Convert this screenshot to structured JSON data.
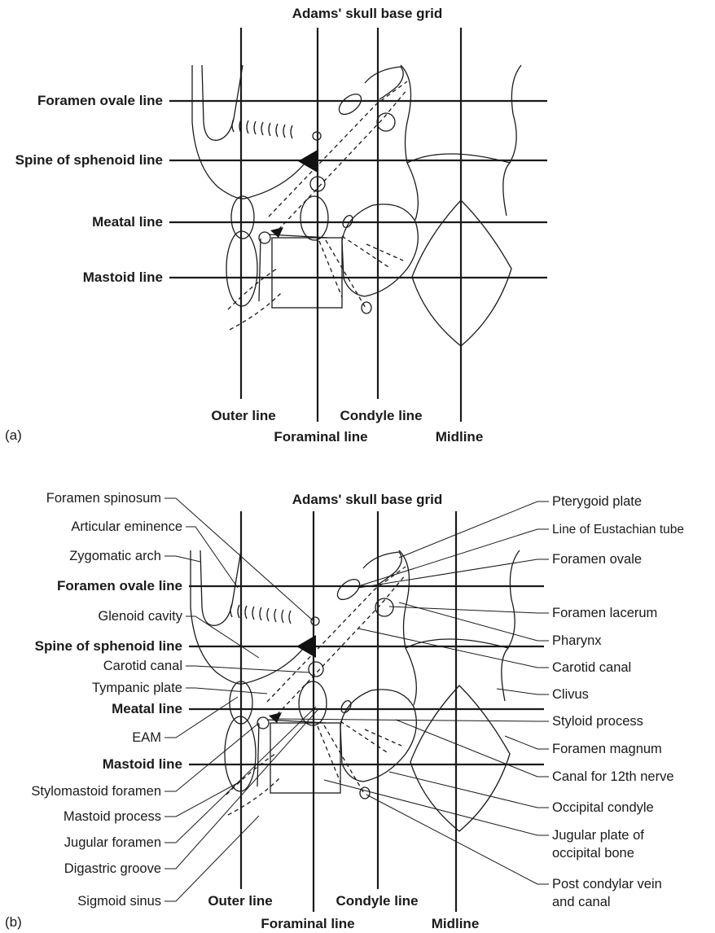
{
  "panel_a": {
    "letter": "(a)",
    "title": "Adams' skull base grid",
    "horizontal_lines": [
      "Foramen ovale line",
      "Spine of sphenoid line",
      "Meatal line",
      "Mastoid line"
    ],
    "vertical_lines": [
      "Outer line",
      "Foraminal line",
      "Condyle line",
      "Midline"
    ]
  },
  "panel_b": {
    "letter": "(b)",
    "title": "Adams' skull base grid",
    "horizontal_lines": [
      "Foramen ovale line",
      "Spine of sphenoid line",
      "Meatal line",
      "Mastoid line"
    ],
    "vertical_lines": [
      "Outer line",
      "Foraminal line",
      "Condyle line",
      "Midline"
    ],
    "left_labels": [
      "Foramen spinosum",
      "Articular eminence",
      "Zygomatic arch",
      "Glenoid cavity",
      "Carotid canal",
      "Tympanic plate",
      "EAM",
      "Stylomastoid foramen",
      "Mastoid process",
      "Jugular foramen",
      "Digastric groove",
      "Sigmoid sinus"
    ],
    "right_labels": [
      "Pterygoid plate",
      "Line of Eustachian tube",
      "Foramen ovale",
      "Foramen lacerum",
      "Pharynx",
      "Carotid canal",
      "Clivus",
      "Styloid process",
      "Foramen magnum",
      "Canal for 12th nerve",
      "Occipital condyle",
      "Jugular plate of",
      "occipital bone",
      "Post condylar vein",
      "and canal"
    ]
  }
}
